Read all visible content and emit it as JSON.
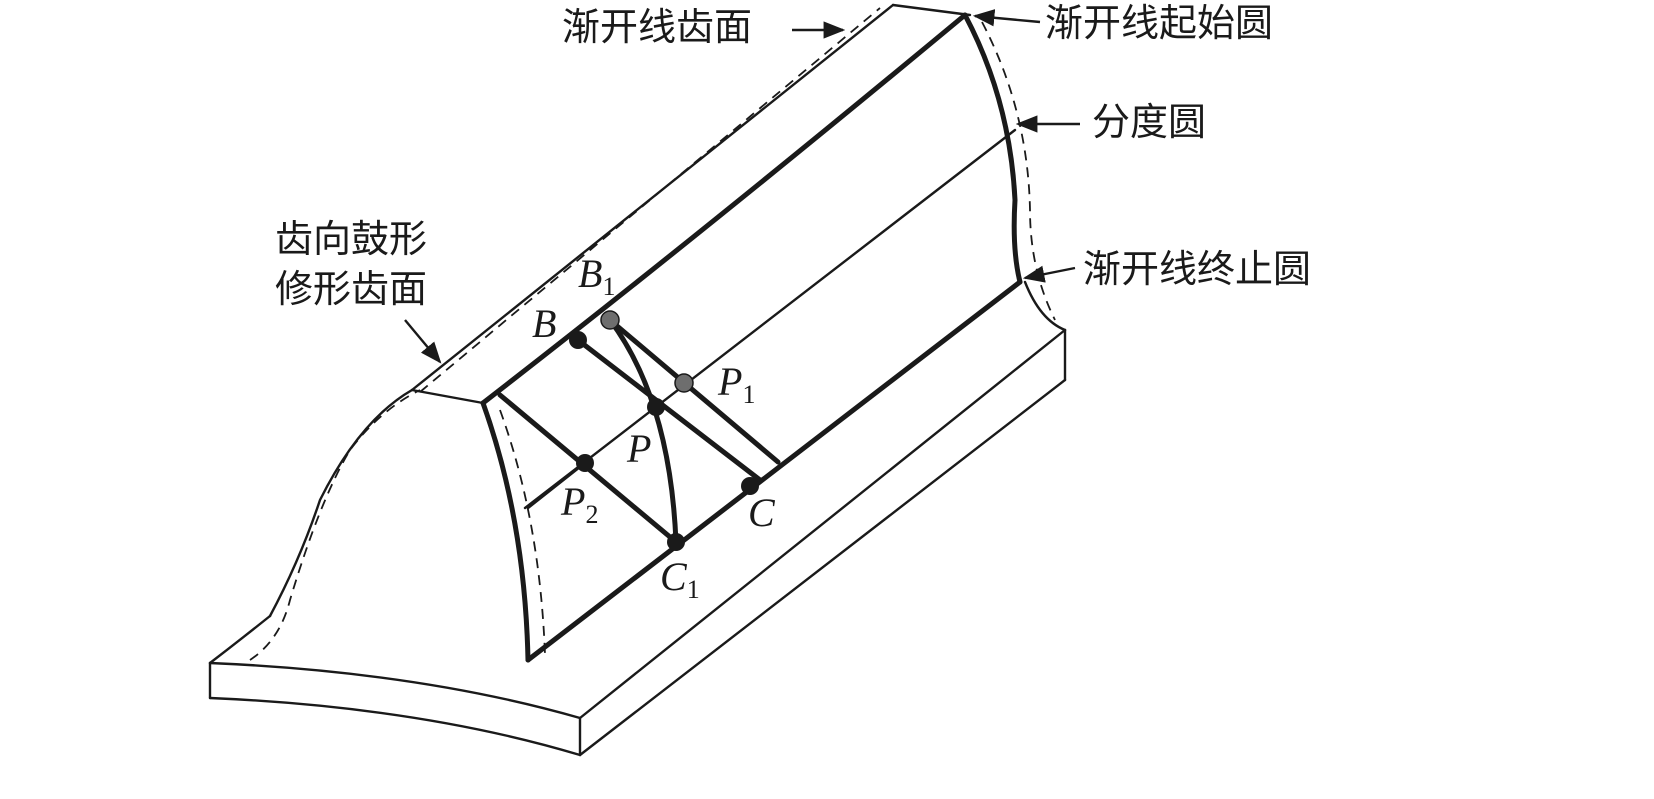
{
  "labels": {
    "involute_surface": "渐开线齿面",
    "involute_start_circle": "渐开线起始圆",
    "pitch_circle": "分度圆",
    "involute_end_circle": "渐开线终止圆",
    "crowned_line1": "齿向鼓形",
    "crowned_line2": "修形齿面"
  },
  "points": {
    "B1": {
      "main": "B",
      "sub": "1"
    },
    "B": {
      "main": "B",
      "sub": ""
    },
    "P1": {
      "main": "P",
      "sub": "1"
    },
    "P": {
      "main": "P",
      "sub": ""
    },
    "P2": {
      "main": "P",
      "sub": "2"
    },
    "C": {
      "main": "C",
      "sub": ""
    },
    "C1": {
      "main": "C",
      "sub": "1"
    }
  },
  "colors": {
    "ink": "#1a1a1a",
    "gray_point": "#6e6e6e",
    "background": "#ffffff"
  }
}
